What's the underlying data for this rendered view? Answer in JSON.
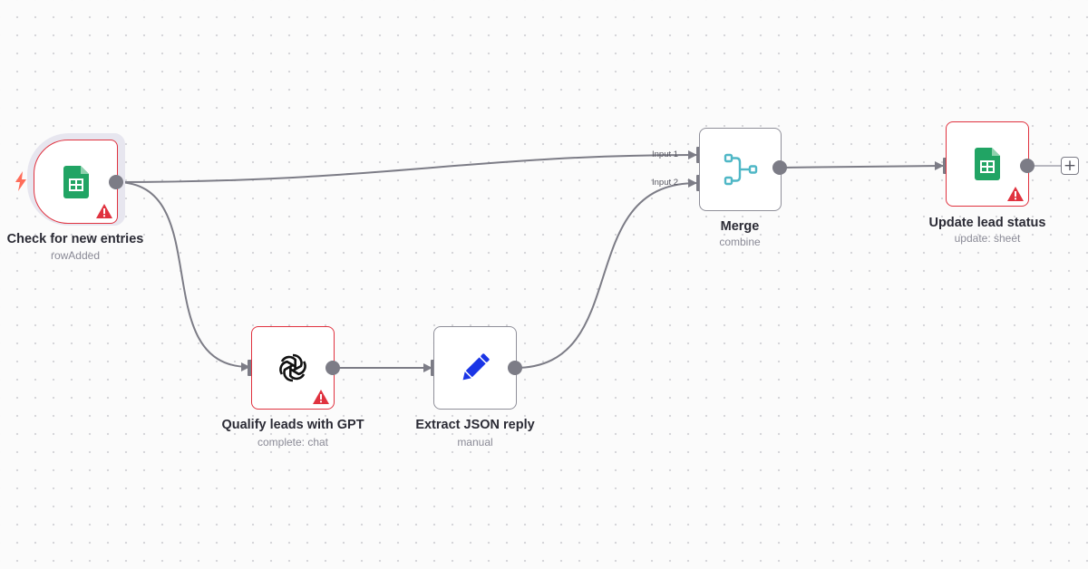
{
  "canvas": {
    "nodes": {
      "check_new_entries": {
        "title": "Check for new entries",
        "subtitle": "rowAdded",
        "icon": "google-sheets-icon",
        "status": "error"
      },
      "qualify_leads": {
        "title": "Qualify leads with GPT",
        "subtitle": "complete: chat",
        "icon": "openai-icon",
        "status": "error"
      },
      "extract_json": {
        "title": "Extract JSON reply",
        "subtitle": "manual",
        "icon": "pencil-icon"
      },
      "merge": {
        "title": "Merge",
        "subtitle": "combine",
        "icon": "merge-icon",
        "input_1_label": "Input 1",
        "input_2_label": "Input 2"
      },
      "update_lead_status": {
        "title": "Update lead status",
        "subtitle": "update: sheet",
        "icon": "google-sheets-icon",
        "status": "error"
      }
    },
    "add_node_button": {
      "label": "+"
    },
    "colors": {
      "error": "#e0323f",
      "sheets_green": "#21a464",
      "merge_teal": "#4fb7c6",
      "pencil_blue": "#1a35e6",
      "trigger_red": "#ff6d5a",
      "edge": "#7c7c86"
    }
  }
}
